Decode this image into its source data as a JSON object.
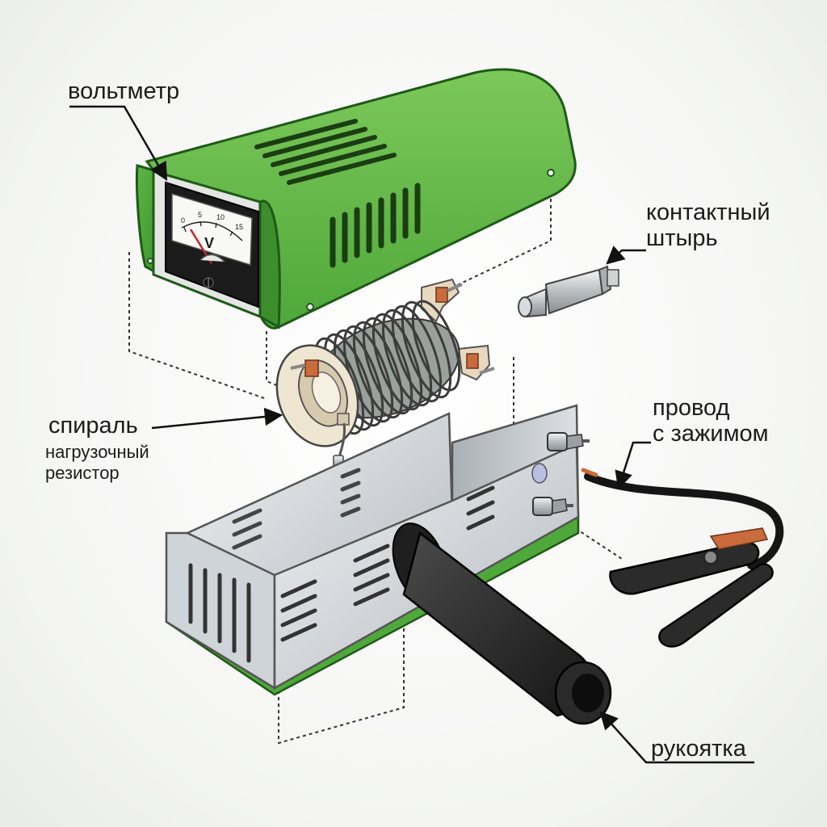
{
  "labels": {
    "voltmeter": "вольтметр",
    "contact_pin_line1": "контактный",
    "contact_pin_line2": "штырь",
    "wire_line1": "провод",
    "wire_line2": "с зажимом",
    "spiral": "спираль",
    "resistor_line1": "нагрузочный",
    "resistor_line2": "резистор",
    "handle": "рукоятка"
  },
  "meter": {
    "unit": "V",
    "scale": [
      "0",
      "5",
      "10",
      "15"
    ]
  },
  "colors": {
    "housing_green": "#4fa83a",
    "housing_green_dark": "#2f7a24",
    "chassis_metal": "#c9ced2",
    "handle_black": "#2a2a2a",
    "copper": "#c96b3c"
  }
}
